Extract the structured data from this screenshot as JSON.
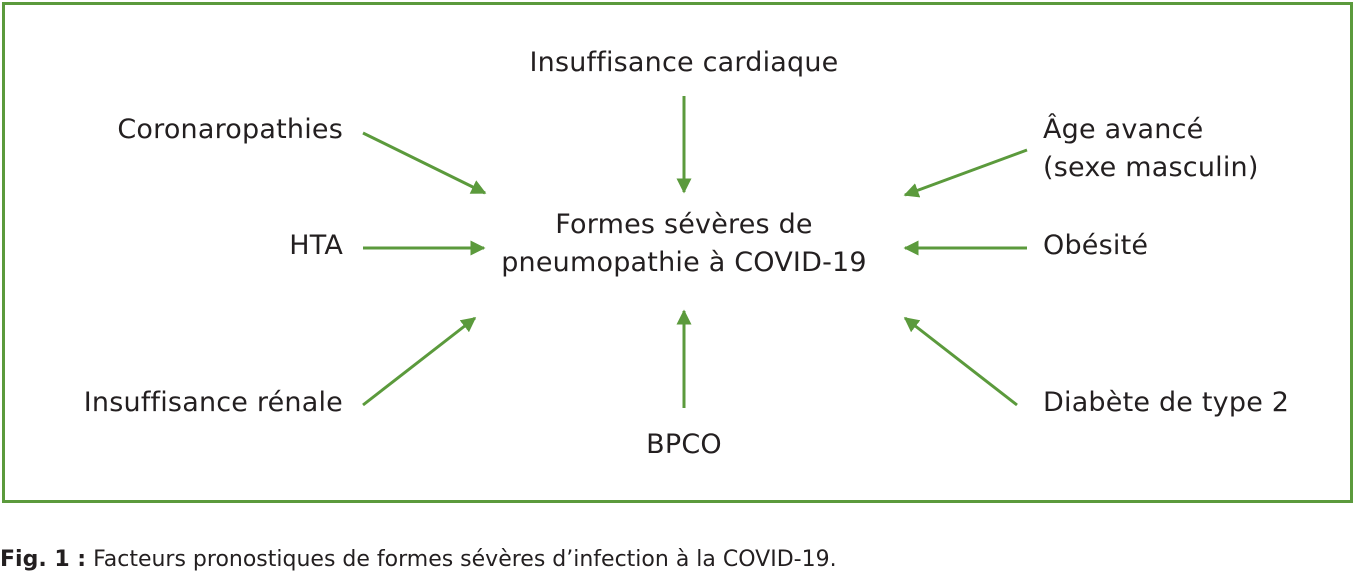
{
  "colors": {
    "frame": "#5b9a3c",
    "arrow": "#5b9a3c",
    "text": "#231f20"
  },
  "center": {
    "line1": "Formes sévères de",
    "line2": "pneumopathie à COVID-19"
  },
  "factors": {
    "insuffisance_cardiaque": "Insuffisance cardiaque",
    "coronaropathies": "Coronaropathies",
    "hta": "HTA",
    "insuffisance_renale": "Insuffisance rénale",
    "bpco": "BPCO",
    "age_line1": "Âge avancé",
    "age_line2": "(sexe masculin)",
    "obesite": "Obésité",
    "diabete": "Diabète de type 2"
  },
  "caption": {
    "label": "Fig. 1 :",
    "text": " Facteurs pronostiques de formes sévères d’infection à la COVID-19."
  }
}
